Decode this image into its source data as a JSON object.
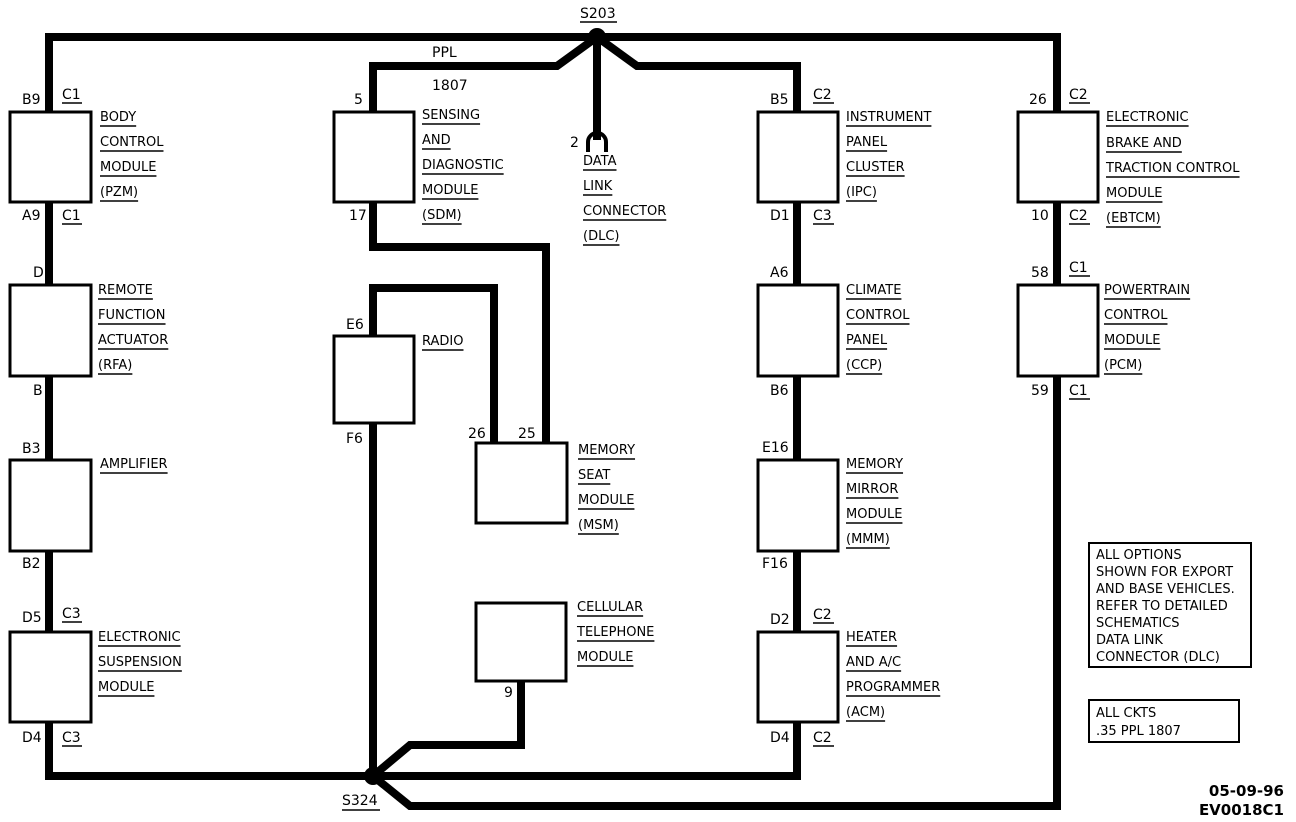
{
  "splices": {
    "top": "S203",
    "bottom": "S324"
  },
  "wire_labels": {
    "color": "PPL",
    "circuit": "1807"
  },
  "modules": {
    "bcm": {
      "label": [
        "BODY",
        "CONTROL",
        "MODULE",
        "(PZM)"
      ],
      "pin_top": "B9",
      "conn_top": "C1",
      "pin_bot": "A9",
      "conn_bot": "C1"
    },
    "rfa": {
      "label": [
        "REMOTE",
        "FUNCTION",
        "ACTUATOR",
        "(RFA)"
      ],
      "pin_top": "D",
      "pin_bot": "B"
    },
    "amp": {
      "label": [
        "AMPLIFIER"
      ],
      "pin_top": "B3",
      "pin_bot": "B2"
    },
    "esm": {
      "label": [
        "ELECTRONIC",
        "SUSPENSION",
        "MODULE"
      ],
      "pin_top": "D5",
      "conn_top": "C3",
      "pin_bot": "D4",
      "conn_bot": "C3"
    },
    "sdm": {
      "label": [
        "SENSING",
        "AND",
        "DIAGNOSTIC",
        "MODULE",
        "(SDM)"
      ],
      "pin_top": "5",
      "pin_bot": "17"
    },
    "radio": {
      "label": [
        "RADIO"
      ],
      "pin_top": "E6",
      "pin_bot": "F6"
    },
    "msm": {
      "label": [
        "MEMORY",
        "SEAT",
        "MODULE",
        "(MSM)"
      ],
      "pin_a": "26",
      "pin_b": "25"
    },
    "phone": {
      "label": [
        "CELLULAR",
        "TELEPHONE",
        "MODULE"
      ],
      "pin_bot": "9"
    },
    "dlc": {
      "label": [
        "DATA",
        "LINK",
        "CONNECTOR",
        "(DLC)"
      ],
      "pin": "2"
    },
    "ipc": {
      "label": [
        "INSTRUMENT",
        "PANEL",
        "CLUSTER",
        "(IPC)"
      ],
      "pin_top": "B5",
      "conn_top": "C2",
      "pin_bot": "D1",
      "conn_bot": "C3"
    },
    "ccp": {
      "label": [
        "CLIMATE",
        "CONTROL",
        "PANEL",
        "(CCP)"
      ],
      "pin_top": "A6",
      "pin_bot": "B6"
    },
    "mmm": {
      "label": [
        "MEMORY",
        "MIRROR",
        "MODULE",
        "(MMM)"
      ],
      "pin_top": "E16",
      "pin_bot": "F16"
    },
    "acm": {
      "label": [
        "HEATER",
        "AND A/C",
        "PROGRAMMER",
        "(ACM)"
      ],
      "pin_top": "D2",
      "conn_top": "C2",
      "pin_bot": "D4",
      "conn_bot": "C2"
    },
    "ebtcm": {
      "label": [
        "ELECTRONIC",
        "BRAKE AND",
        "TRACTION CONTROL",
        "MODULE",
        "(EBTCM)"
      ],
      "pin_top": "26",
      "conn_top": "C2",
      "pin_bot": "10",
      "conn_bot": "C2"
    },
    "pcm": {
      "label": [
        "POWERTRAIN",
        "CONTROL",
        "MODULE",
        "(PCM)"
      ],
      "pin_top": "58",
      "conn_top": "C1",
      "pin_bot": "59",
      "conn_bot": "C1"
    }
  },
  "notes": {
    "options": [
      "ALL OPTIONS",
      "SHOWN FOR EXPORT",
      "AND BASE VEHICLES.",
      "REFER TO DETAILED",
      "SCHEMATICS",
      "DATA LINK",
      "CONNECTOR (DLC)"
    ],
    "circuits": [
      "ALL CKTS",
      ".35 PPL 1807"
    ]
  },
  "footer": {
    "date": "05-09-96",
    "code": "EV0018C1"
  }
}
